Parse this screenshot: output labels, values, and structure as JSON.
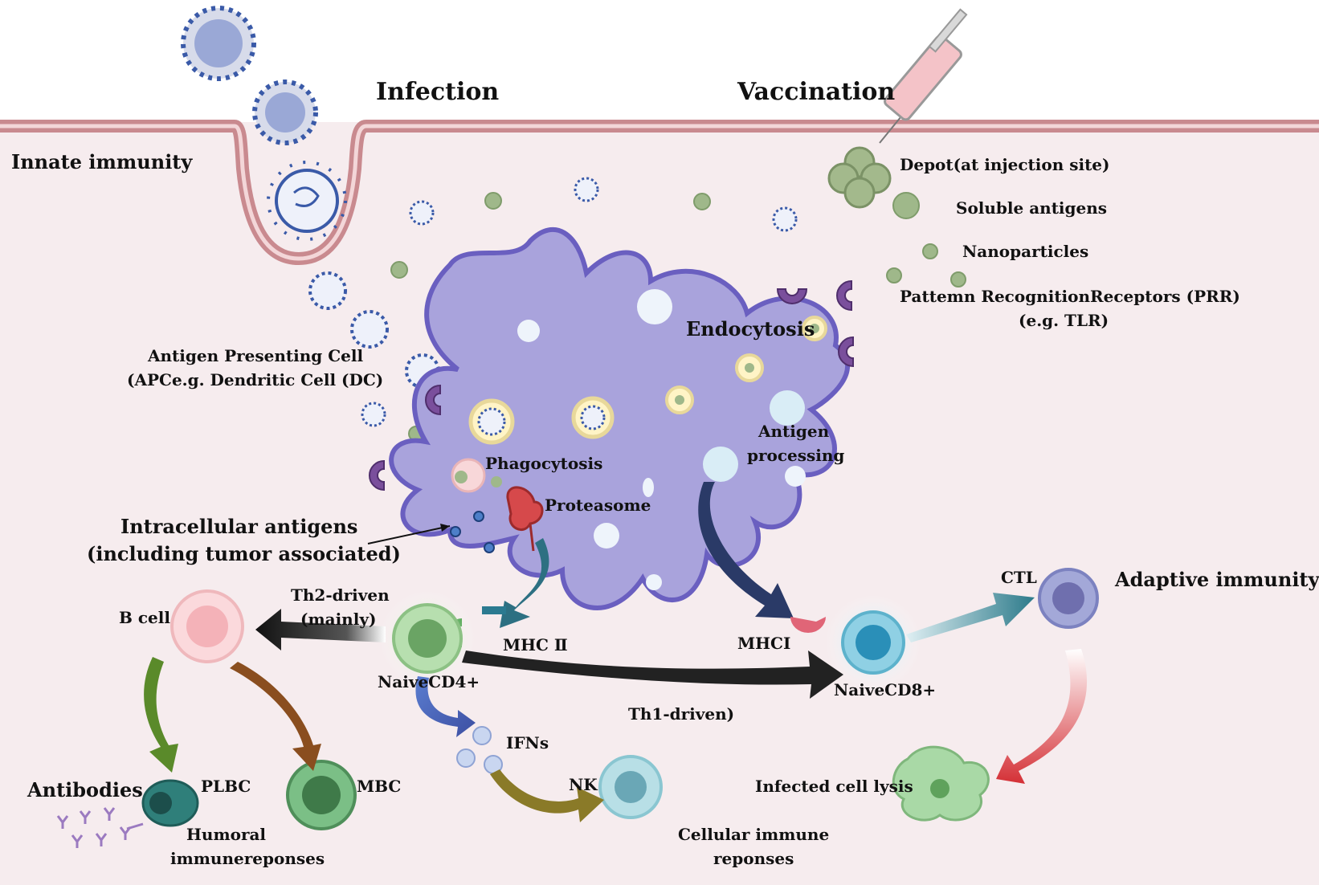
{
  "titles": {
    "infection": "Infection",
    "vaccination": "Vaccination",
    "innate_immunity": "Innate immunity",
    "adaptive_immunity": "Adaptive immunity"
  },
  "vaccine_labels": {
    "depot": "Depot(at injection site)",
    "soluble_antigens": "Soluble antigens",
    "nanoparticles": "Nanoparticles",
    "prr_line1": "Pattemn RecognitionReceptors (PRR)",
    "prr_line2": "(e.g. TLR)"
  },
  "apc_labels": {
    "apc_line1": "Antigen Presenting Cell",
    "apc_line2": "(APCe.g. Dendritic Cell (DC)",
    "endocytosis": "Endocytosis",
    "antigen_processing_line1": "Antigen",
    "antigen_processing_line2": "processing",
    "phagocytosis": "Phagocytosis",
    "proteasome": "Proteasome",
    "intracellular_line1": "Intracellular antigens",
    "intracellular_line2": "(including tumor associated)",
    "mhc2": "MHC Ⅱ",
    "mhc1": "MHCI"
  },
  "cell_labels": {
    "b_cell": "B cell",
    "th2_line1": "Th2-driven",
    "th2_line2": "(mainly)",
    "naive_cd4": "NaiveCD4+",
    "naive_cd8": "NaiveCD8+",
    "th1": "Th1-driven)",
    "ctl": "CTL",
    "ifns": "IFNs",
    "nk": "NK",
    "antibodies": "Antibodies",
    "plbc": "PLBC",
    "mbc": "MBC",
    "humoral_line1": "Humoral",
    "humoral_line2": "immunereponses",
    "cellular_line1": "Cellular immune",
    "cellular_line2": "reponses",
    "infected_cell_lysis": "Infected cell lysis"
  },
  "colors": {
    "background_tissue": "#f6ecee",
    "membrane": "#c98a8f",
    "dendritic_cell": "#a9a3dc",
    "dendritic_cell_border": "#6a5fc0",
    "virus": "#3a5aa8",
    "antigen_particle": "#9fb88a",
    "receptor": "#7a4f9c"
  }
}
